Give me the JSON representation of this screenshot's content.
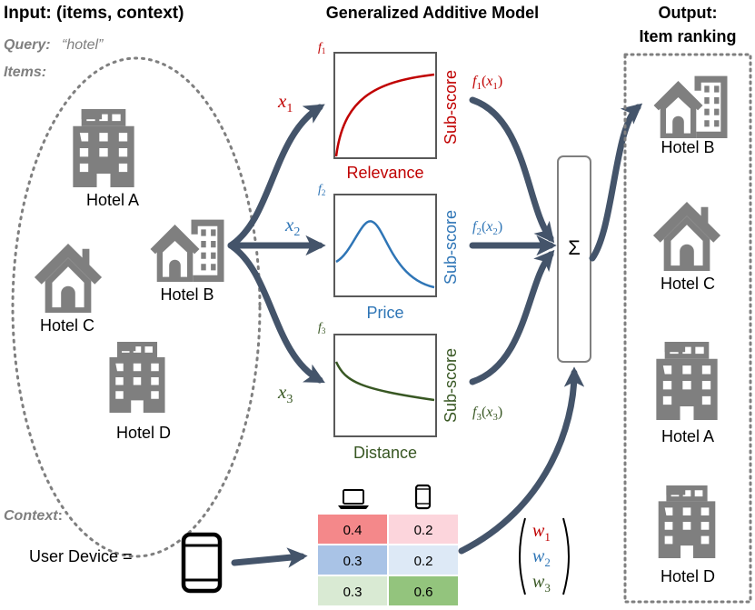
{
  "input_title": "Input: (items, context)",
  "model_title": "Generalized Additive Model",
  "output_title_line1": "Output:",
  "output_title_line2": "Item ranking",
  "query_label": "Query:",
  "query_value": "“hotel”",
  "items_label": "Items:",
  "context_label": "Context",
  "context_colon": ":",
  "user_device_label": "User Device =",
  "input_items": [
    {
      "name": "Hotel A",
      "icon": "apartment-building-icon"
    },
    {
      "name": "Hotel B",
      "icon": "house-with-building-icon"
    },
    {
      "name": "Hotel C",
      "icon": "house-icon"
    },
    {
      "name": "Hotel D",
      "icon": "apartment-building-icon"
    }
  ],
  "features": [
    {
      "x_name": "x",
      "x_sub": "1",
      "f_name": "f",
      "f_sub": "1",
      "axis_label": "Relevance",
      "sub_score": "Sub-score",
      "color": "#c00000",
      "curve": "saturating-increase"
    },
    {
      "x_name": "x",
      "x_sub": "2",
      "f_name": "f",
      "f_sub": "2",
      "axis_label": "Price",
      "sub_score": "Sub-score",
      "color": "#2e75b6",
      "curve": "peak"
    },
    {
      "x_name": "x",
      "x_sub": "3",
      "f_name": "f",
      "f_sub": "3",
      "axis_label": "Distance",
      "sub_score": "Sub-score",
      "color": "#385723",
      "curve": "decay"
    }
  ],
  "sum_symbol": "Σ",
  "weights_table": {
    "column_icons": [
      "laptop-icon",
      "phone-icon"
    ],
    "rows": [
      {
        "values": [
          "0.4",
          "0.2"
        ],
        "colors": [
          "#f4888a",
          "#fcd5dc"
        ]
      },
      {
        "values": [
          "0.3",
          "0.2"
        ],
        "colors": [
          "#a9c3e6",
          "#dde9f6"
        ]
      },
      {
        "values": [
          "0.3",
          "0.6"
        ],
        "colors": [
          "#d9ead3",
          "#93c47d"
        ]
      }
    ]
  },
  "weights": [
    {
      "name": "w",
      "sub": "1",
      "color": "#c00000"
    },
    {
      "name": "w",
      "sub": "2",
      "color": "#2e75b6"
    },
    {
      "name": "w",
      "sub": "3",
      "color": "#385723"
    }
  ],
  "output_ranking": [
    {
      "name": "Hotel B",
      "icon": "house-with-building-icon"
    },
    {
      "name": "Hotel C",
      "icon": "house-icon"
    },
    {
      "name": "Hotel A",
      "icon": "apartment-building-icon"
    },
    {
      "name": "Hotel D",
      "icon": "apartment-building-icon"
    }
  ],
  "colors": {
    "arrow": "#44546a",
    "icon": "#7f7f7f",
    "dotted": "#7f7f7f",
    "text": "#000000"
  }
}
